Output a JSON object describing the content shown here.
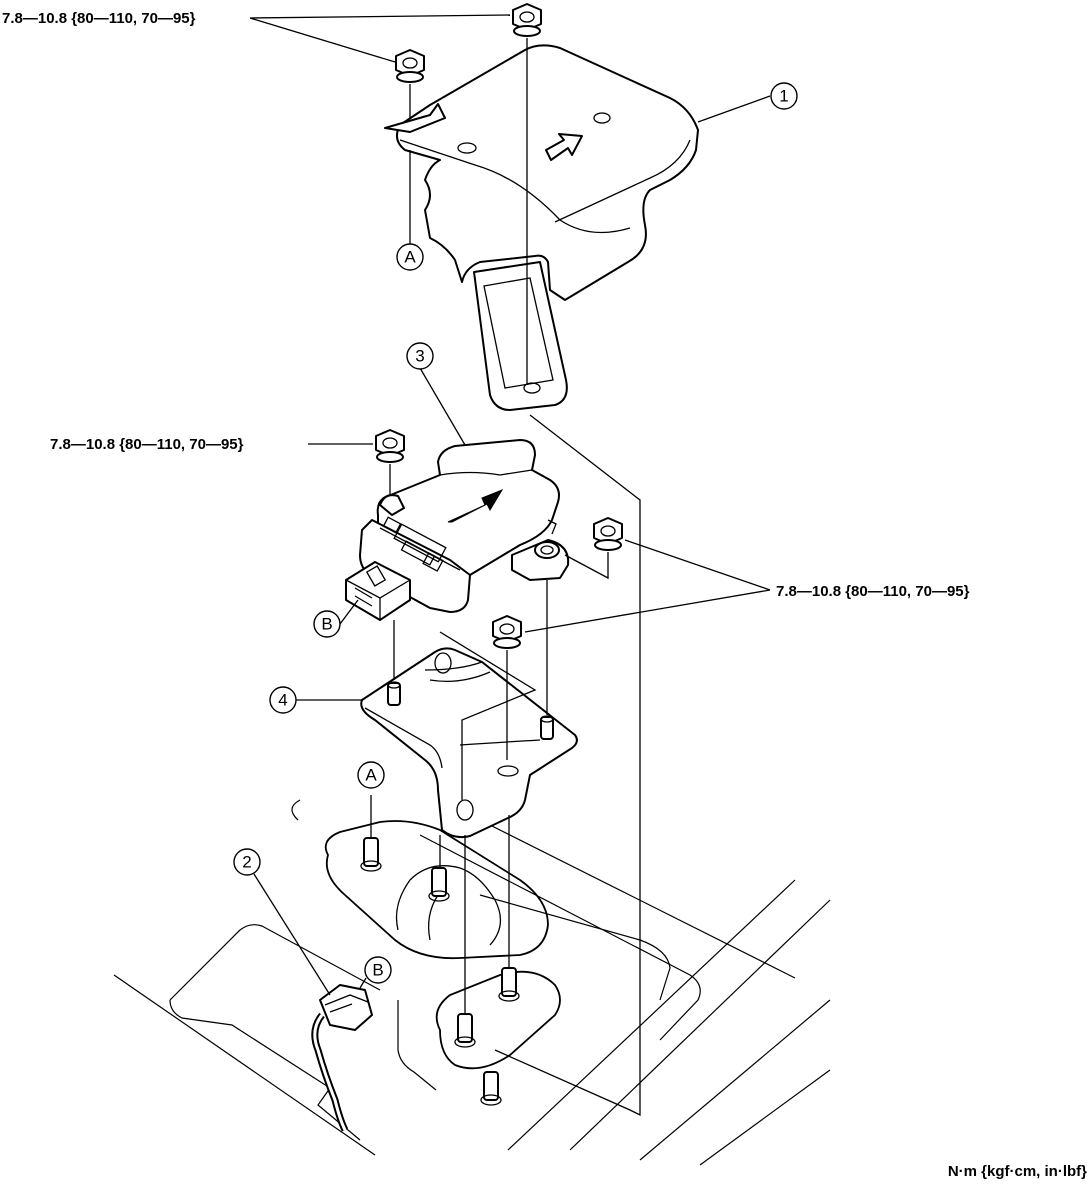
{
  "torque_specs": {
    "top": "7.8—10.8 {80—110, 70—95}",
    "sensor_left": "7.8—10.8 {80—110, 70—95}",
    "sensor_right": "7.8—10.8 {80—110, 70—95}"
  },
  "callouts": {
    "part_1": "1",
    "part_2": "2",
    "part_3": "3",
    "part_4": "4",
    "ref_a_upper": "A",
    "ref_a_lower": "A",
    "ref_b_connector": "B",
    "ref_b_harness": "B"
  },
  "units_label": "N·m {kgf·cm, in·lbf}"
}
